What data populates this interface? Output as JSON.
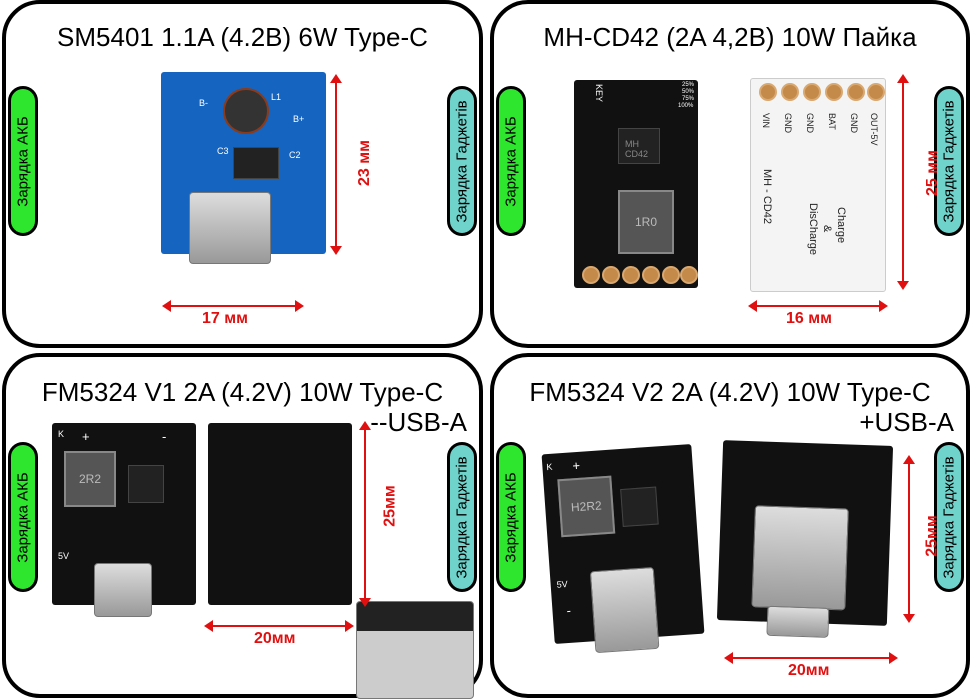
{
  "side_labels": {
    "left": "Зарядка АКБ",
    "right": "Зарядка Гаджетів"
  },
  "colors": {
    "left_badge": "#2ee62e",
    "right_badge": "#6fd3cb",
    "dimension": "#e01010"
  },
  "panels": [
    {
      "title": "SM5401 1.1A (4.2В) 6W Type-C",
      "width": "17 мм",
      "height": "23 мм",
      "board_labels": [
        "B-",
        "B+",
        "L1",
        "C2",
        "C3"
      ]
    },
    {
      "title": "MH-CD42 (2A  4,2В) 10W Пайка",
      "width": "16 мм",
      "height": "25 мм",
      "inductor": "1R0",
      "ic": "MH CD42",
      "front_labels": [
        "KEY",
        "25%",
        "50%",
        "75%",
        "100%"
      ],
      "pins": [
        "VIN",
        "GND",
        "GND",
        "BAT",
        "GND",
        "OUT-5V"
      ],
      "back_text": [
        "MH - CD42",
        "Charge",
        "&",
        "DisCharge"
      ]
    },
    {
      "title": "FM5324 V1 2A (4.2V) 10W Type-C",
      "subtitle": "--USB-A",
      "width": "20мм",
      "height": "25мм",
      "inductor": "2R2",
      "board_labels": [
        "K",
        "+",
        "-",
        "5V"
      ]
    },
    {
      "title": "FM5324 V2 2A (4.2V) 10W Type-C",
      "subtitle": "+USB-A",
      "width": "20мм",
      "height": "25мм",
      "inductor": "H2R2",
      "board_labels": [
        "K",
        "+",
        "-",
        "5V"
      ]
    }
  ]
}
